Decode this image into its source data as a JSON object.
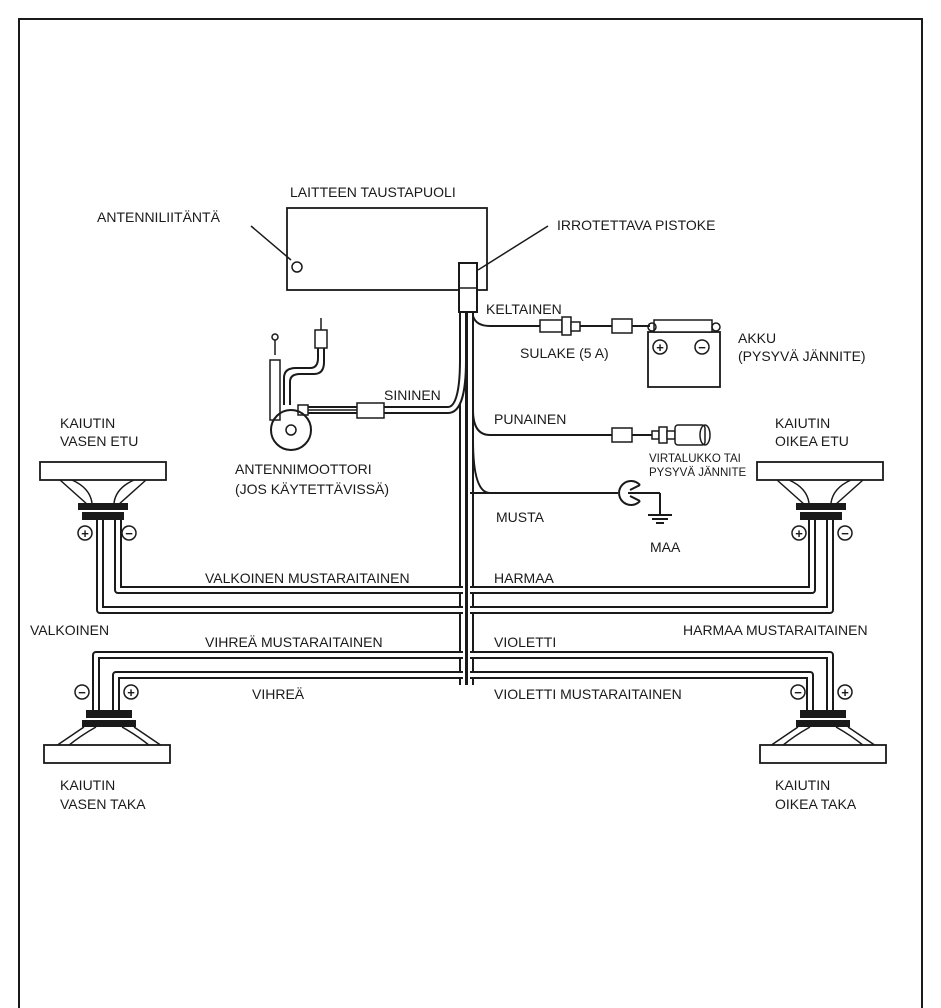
{
  "labels": {
    "unit_back": "LAITTEEN TAUSTAPUOLI",
    "antenna_jack": "ANTENNILIITÄNTÄ",
    "plug": "IRROTETTAVA PISTOKE",
    "yellow": "KELTAINEN",
    "fuse": "SULAKE (5 A)",
    "battery_1": "AKKU",
    "battery_2": "(PYSYVÄ JÄNNITE)",
    "blue": "SININEN",
    "red": "PUNAINEN",
    "ignition_1": "VIRTALUKKO TAI",
    "ignition_2": "PYSYVÄ JÄNNITE",
    "black": "MUSTA",
    "ground": "MAA",
    "antenna_motor_1": "ANTENNIMOOTTORI",
    "antenna_motor_2": "(JOS KÄYTETTÄVISSÄ)",
    "spk_lf_1": "KAIUTIN",
    "spk_lf_2": "VASEN ETU",
    "spk_rf_1": "KAIUTIN",
    "spk_rf_2": "OIKEA ETU",
    "spk_lr_1": "KAIUTIN",
    "spk_lr_2": "VASEN TAKA",
    "spk_rr_1": "KAIUTIN",
    "spk_rr_2": "OIKEA TAKA",
    "white_black": "VALKOINEN MUSTARAITAINEN",
    "white": "VALKOINEN",
    "gray": "HARMAA",
    "gray_black": "HARMAA MUSTARAITAINEN",
    "green_black": "VIHREÄ MUSTARAITAINEN",
    "green": "VIHREÄ",
    "violet": "VIOLETTI",
    "violet_black": "VIOLETTI MUSTARAITAINEN"
  },
  "terminals": {
    "plus": "+",
    "minus": "−"
  }
}
